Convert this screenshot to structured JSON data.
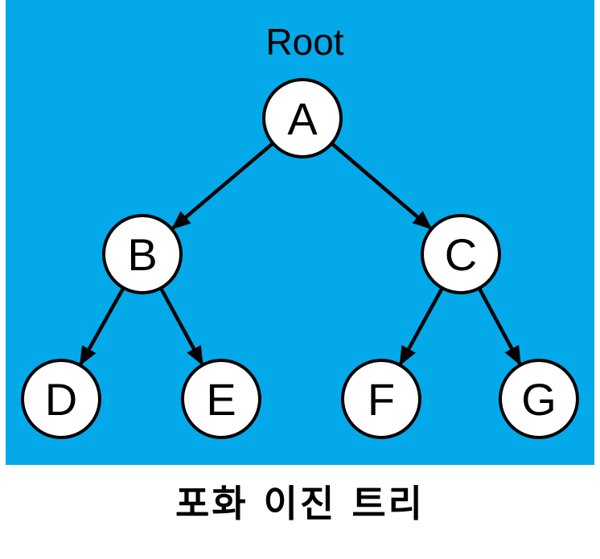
{
  "root_label": "Root",
  "caption": "포화 이진 트리",
  "colors": {
    "background": "#03a9e8",
    "node_fill": "#ffffff",
    "stroke": "#000000"
  },
  "nodes": [
    {
      "id": "A",
      "label": "A"
    },
    {
      "id": "B",
      "label": "B"
    },
    {
      "id": "C",
      "label": "C"
    },
    {
      "id": "D",
      "label": "D"
    },
    {
      "id": "E",
      "label": "E"
    },
    {
      "id": "F",
      "label": "F"
    },
    {
      "id": "G",
      "label": "G"
    }
  ],
  "edges": [
    {
      "from": "A",
      "to": "B"
    },
    {
      "from": "A",
      "to": "C"
    },
    {
      "from": "B",
      "to": "D"
    },
    {
      "from": "B",
      "to": "E"
    },
    {
      "from": "C",
      "to": "F"
    },
    {
      "from": "C",
      "to": "G"
    }
  ]
}
